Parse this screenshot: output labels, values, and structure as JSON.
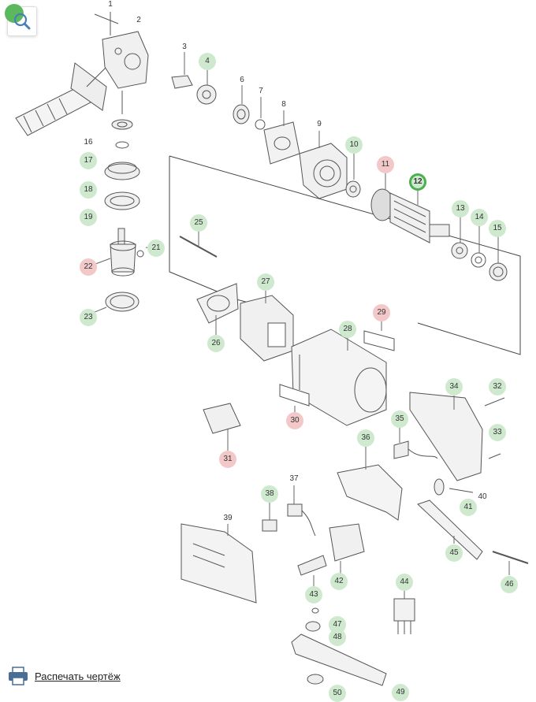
{
  "print_label": "Распечать чертёж",
  "icons": {
    "zoom": "magnifier-icon",
    "print": "printer-icon"
  },
  "colors": {
    "green": "#cfe9cf",
    "red": "#f3c8c8",
    "selected_ring": "#4caf50",
    "line": "#555555"
  },
  "parts": [
    {
      "n": "1",
      "state": "plain"
    },
    {
      "n": "2",
      "state": "plain"
    },
    {
      "n": "3",
      "state": "plain"
    },
    {
      "n": "4",
      "state": "green"
    },
    {
      "n": "6",
      "state": "plain"
    },
    {
      "n": "7",
      "state": "plain"
    },
    {
      "n": "8",
      "state": "plain"
    },
    {
      "n": "9",
      "state": "plain"
    },
    {
      "n": "10",
      "state": "green"
    },
    {
      "n": "11",
      "state": "red"
    },
    {
      "n": "12",
      "state": "selected"
    },
    {
      "n": "13",
      "state": "green"
    },
    {
      "n": "14",
      "state": "green"
    },
    {
      "n": "15",
      "state": "green"
    },
    {
      "n": "16",
      "state": "plain"
    },
    {
      "n": "17",
      "state": "green"
    },
    {
      "n": "18",
      "state": "green"
    },
    {
      "n": "19",
      "state": "green"
    },
    {
      "n": "21",
      "state": "green"
    },
    {
      "n": "22",
      "state": "red"
    },
    {
      "n": "23",
      "state": "green"
    },
    {
      "n": "25",
      "state": "green"
    },
    {
      "n": "26",
      "state": "green"
    },
    {
      "n": "27",
      "state": "green"
    },
    {
      "n": "28",
      "state": "green"
    },
    {
      "n": "29",
      "state": "red"
    },
    {
      "n": "30",
      "state": "red"
    },
    {
      "n": "31",
      "state": "red"
    },
    {
      "n": "32",
      "state": "green"
    },
    {
      "n": "33",
      "state": "green"
    },
    {
      "n": "34",
      "state": "green"
    },
    {
      "n": "35",
      "state": "green"
    },
    {
      "n": "36",
      "state": "green"
    },
    {
      "n": "37",
      "state": "plain"
    },
    {
      "n": "38",
      "state": "green"
    },
    {
      "n": "39",
      "state": "plain"
    },
    {
      "n": "40",
      "state": "plain"
    },
    {
      "n": "41",
      "state": "green"
    },
    {
      "n": "42",
      "state": "green"
    },
    {
      "n": "43",
      "state": "green"
    },
    {
      "n": "44",
      "state": "green"
    },
    {
      "n": "45",
      "state": "green"
    },
    {
      "n": "46",
      "state": "green"
    },
    {
      "n": "47",
      "state": "green"
    },
    {
      "n": "48",
      "state": "green"
    },
    {
      "n": "49",
      "state": "green"
    },
    {
      "n": "50",
      "state": "green"
    }
  ]
}
